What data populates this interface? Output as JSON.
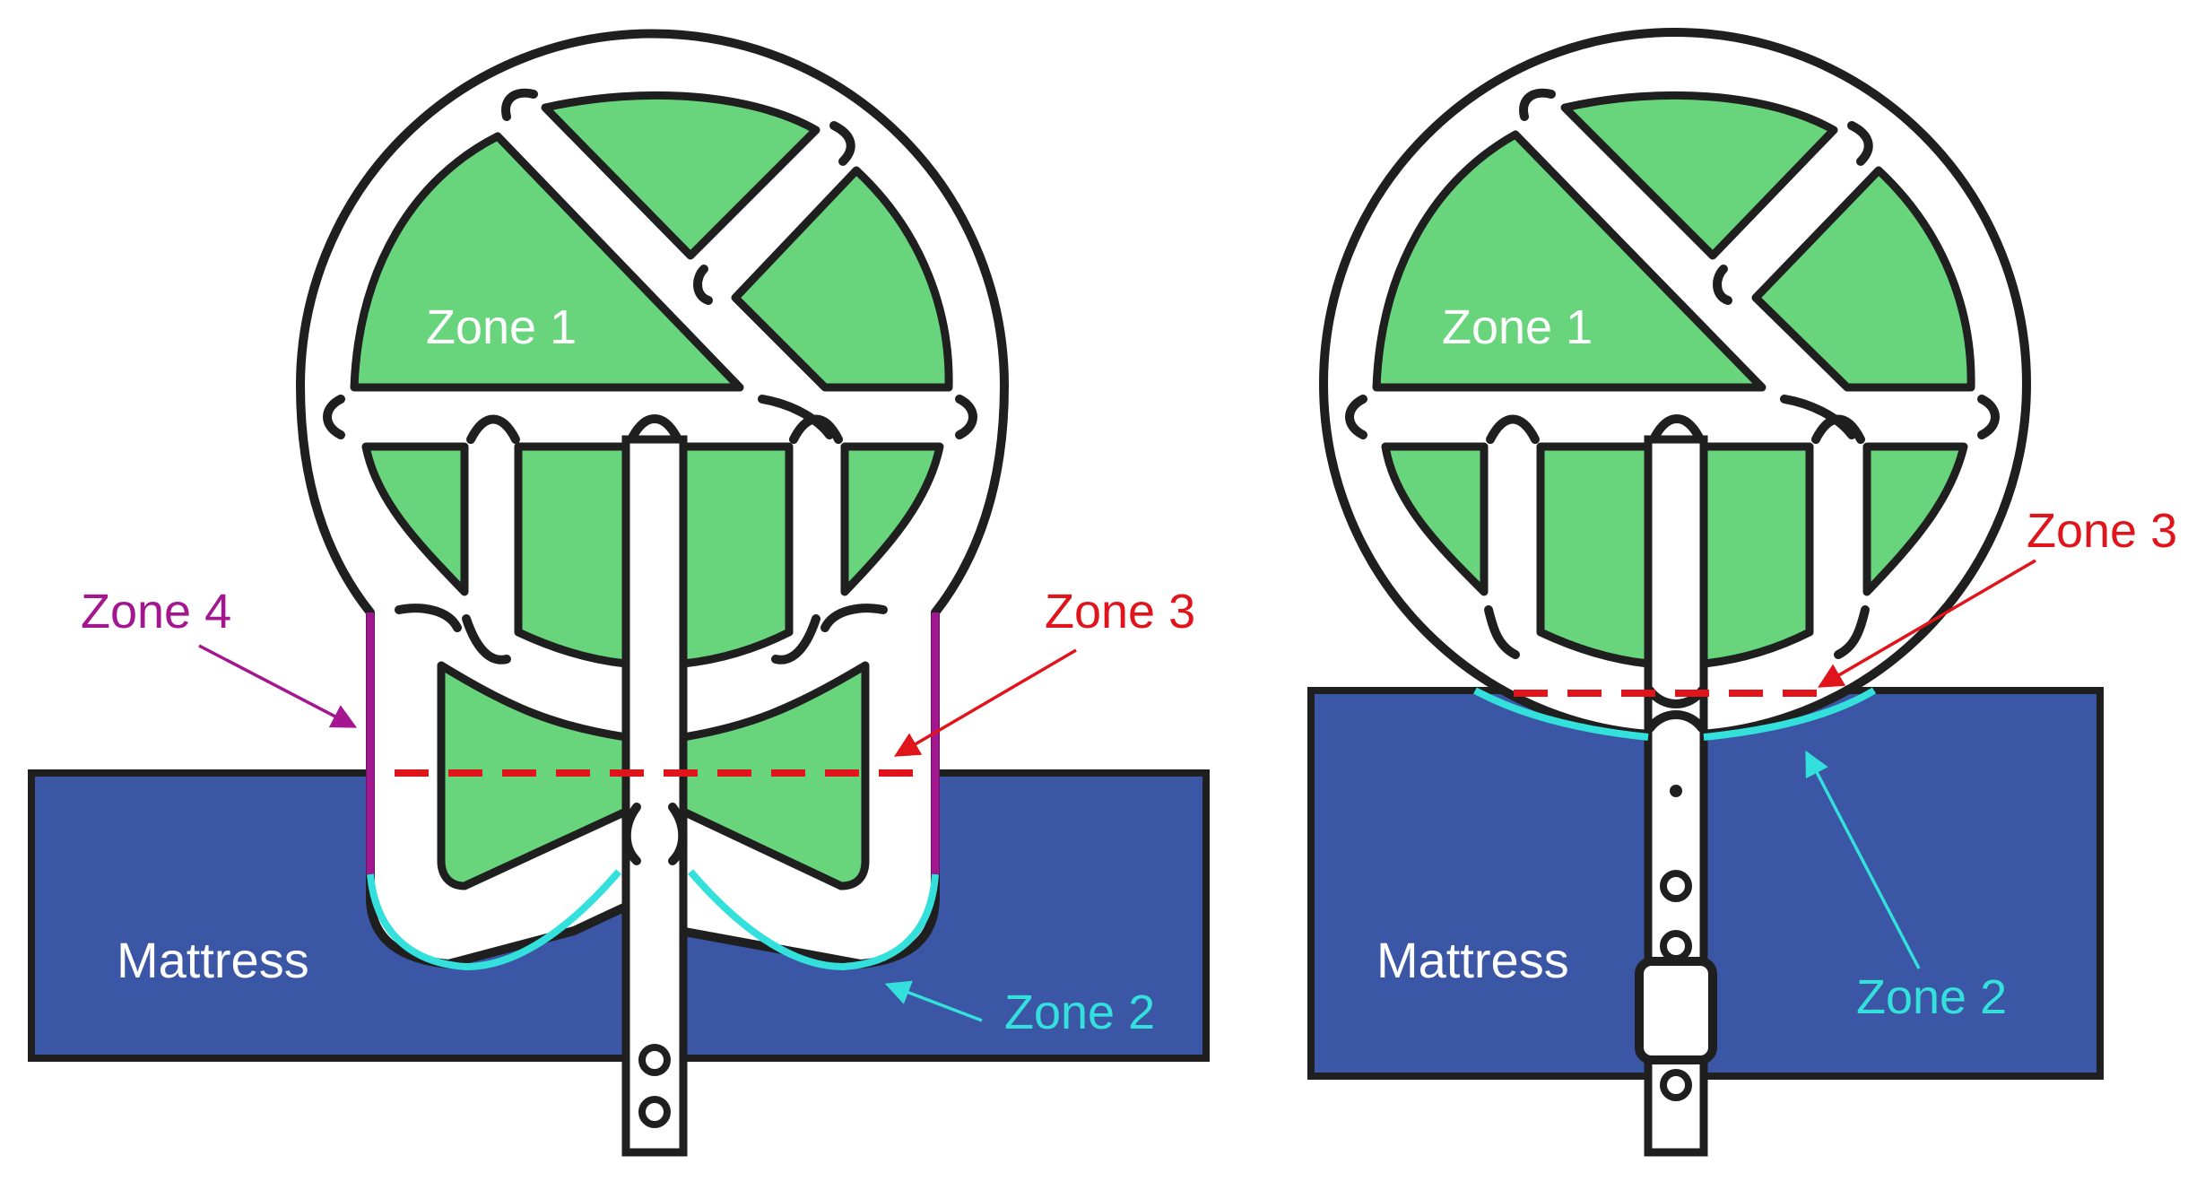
{
  "colors": {
    "mattress": "#3a56a5",
    "zone_fill": "#68d47c",
    "outline": "#1f1f1f",
    "zone3": "#e0141b",
    "zone2": "#34e0dc",
    "zone4": "#a3168f",
    "text_light": "#ffffff"
  },
  "left_panel": {
    "zone1_label": "Zone 1",
    "zone2_label": "Zone 2",
    "zone3_label": "Zone 3",
    "zone4_label": "Zone 4",
    "mattress_label": "Mattress"
  },
  "right_panel": {
    "zone1_label": "Zone 1",
    "zone2_label": "Zone 2",
    "zone3_label": "Zone 3",
    "mattress_label": "Mattress"
  }
}
